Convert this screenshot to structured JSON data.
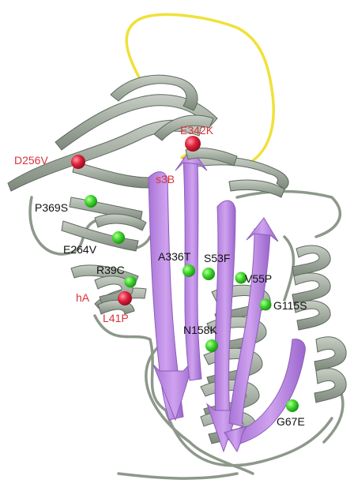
{
  "colors": {
    "background": "#ffffff",
    "ribbon": "#9aa59a",
    "ribbon_edge": "#5f6b5f",
    "sheet": "#c390e6",
    "sheet_edge": "#8c5cb8",
    "loop": "#f0e13a",
    "marker_green": "#37d62c",
    "marker_red": "#d61f3a",
    "label_black": "#111111",
    "label_red": "#d9333a"
  },
  "labels": {
    "D256V": "D256V",
    "E342K": "E342K",
    "s3B": "s3B",
    "P369S": "P369S",
    "E264V": "E264V",
    "A336T": "A336T",
    "S53F": "S53F",
    "R39C": "R39C",
    "V55P": "V55P",
    "hA": "hA",
    "L41P": "L41P",
    "G115S": "G115S",
    "N158K": "N158K",
    "G67E": "G67E"
  }
}
